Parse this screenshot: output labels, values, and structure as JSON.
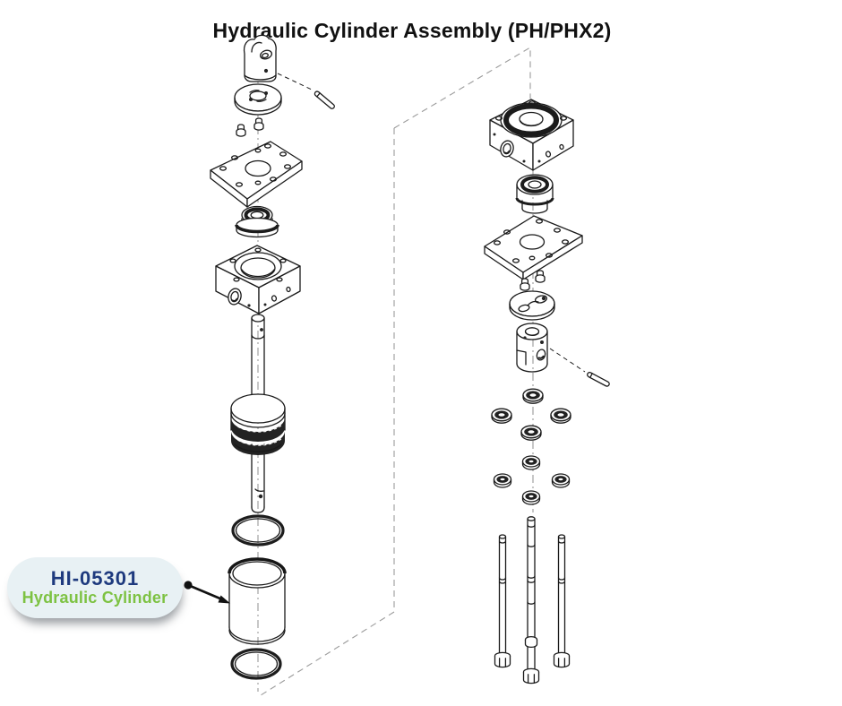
{
  "title": "Hydraulic Cylinder Assembly (PH/PHX2)",
  "callout": {
    "part_number": "HI-05301",
    "part_name": "Hydraulic Cylinder"
  },
  "colors": {
    "background": "#ffffff",
    "title_text": "#111111",
    "part_number_text": "#1e3a7e",
    "part_name_text": "#7dc242",
    "callout_background": "#e8f1f4",
    "drawing_line": "#1a1a1a",
    "construction_line": "#9b9b9b"
  },
  "diagram": {
    "type": "exploded-isometric-view",
    "stacks": [
      {
        "name": "rod-end-stack",
        "parts": [
          "clevis-rod-end",
          "clevis-pin",
          "stop-disc",
          "button-screw",
          "button-screw",
          "mounting-plate",
          "rod-gland-seal",
          "cylinder-head-block",
          "piston-rod",
          "piston-with-seals",
          "o-ring",
          "cylinder-tube",
          "o-ring"
        ]
      },
      {
        "name": "cap-end-stack",
        "parts": [
          "cylinder-cap-block",
          "gland-bushing",
          "mounting-plate",
          "button-screw",
          "button-screw",
          "slotted-disc",
          "trunnion-clevis",
          "clevis-pin",
          "washer",
          "washer",
          "washer",
          "washer",
          "lock-nut",
          "lock-nut",
          "lock-nut",
          "lock-nut",
          "tie-rod",
          "tie-rod",
          "tie-rod"
        ]
      }
    ]
  }
}
